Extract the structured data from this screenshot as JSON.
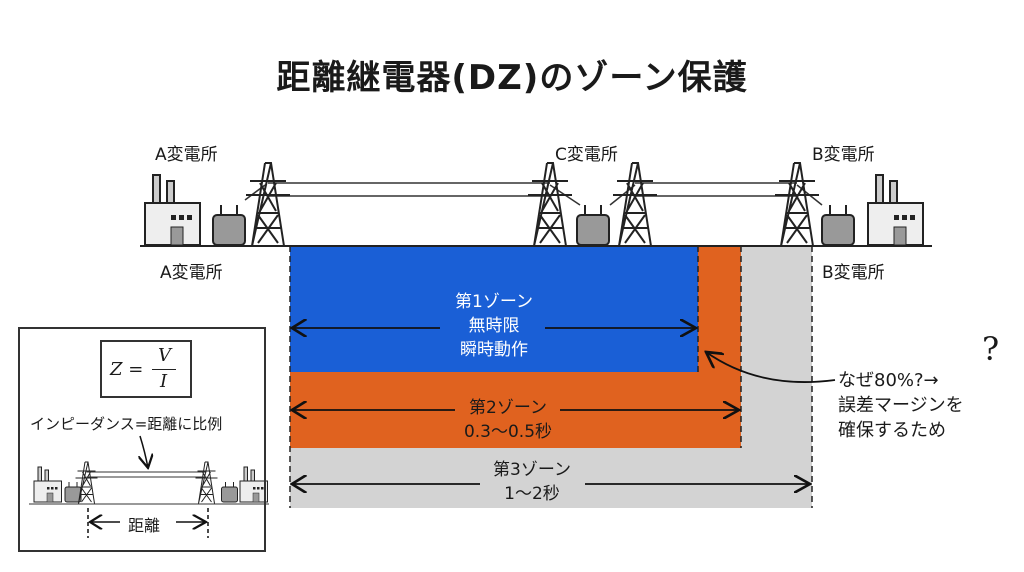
{
  "title": "距離継電器(DZ)のゾーン保護",
  "substations": {
    "a_top": "A変電所",
    "c_top": "C変電所",
    "b_top": "B変電所",
    "a_bottom": "A変電所",
    "b_bottom": "B変電所"
  },
  "zones": [
    {
      "name": "第1ゾーン",
      "line2": "無時限",
      "line3": "瞬時動作",
      "color": "#1a5fd6",
      "reach_percent": 80
    },
    {
      "name": "第2ゾーン",
      "line2": "0.3〜0.5秒",
      "color": "#e0621f"
    },
    {
      "name": "第3ゾーン",
      "line2": "1〜2秒",
      "color": "#d3d3d3"
    }
  ],
  "note": {
    "question": "なぜ80%?→",
    "line2": "誤差マージンを",
    "line3": "確保するため",
    "mark": "?"
  },
  "inset": {
    "formula_lhs": "Z =",
    "formula_num": "V",
    "formula_den": "I",
    "caption": "インピーダンス=距離に比例",
    "distance_label": "距離"
  }
}
